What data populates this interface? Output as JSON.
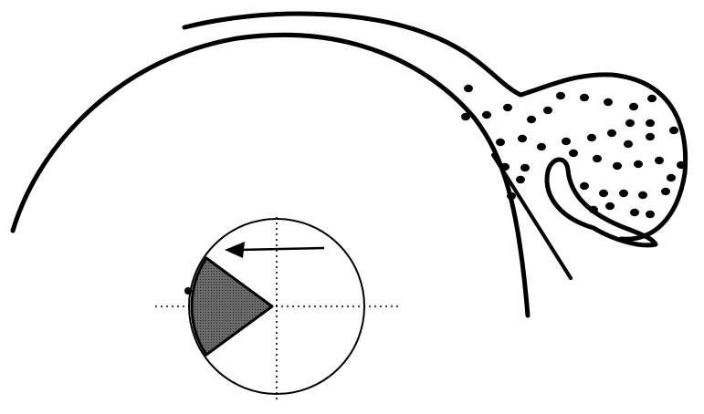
{
  "figure": {
    "background": "#ffffff",
    "ink": "#000000",
    "sector_fill": "#555555",
    "dot_count": 42,
    "elements": [
      "large-arc",
      "tube",
      "dotted-bulb",
      "inner-hook",
      "circle-diagram",
      "shaded-sector",
      "arrow",
      "dotted-crosshair"
    ]
  }
}
